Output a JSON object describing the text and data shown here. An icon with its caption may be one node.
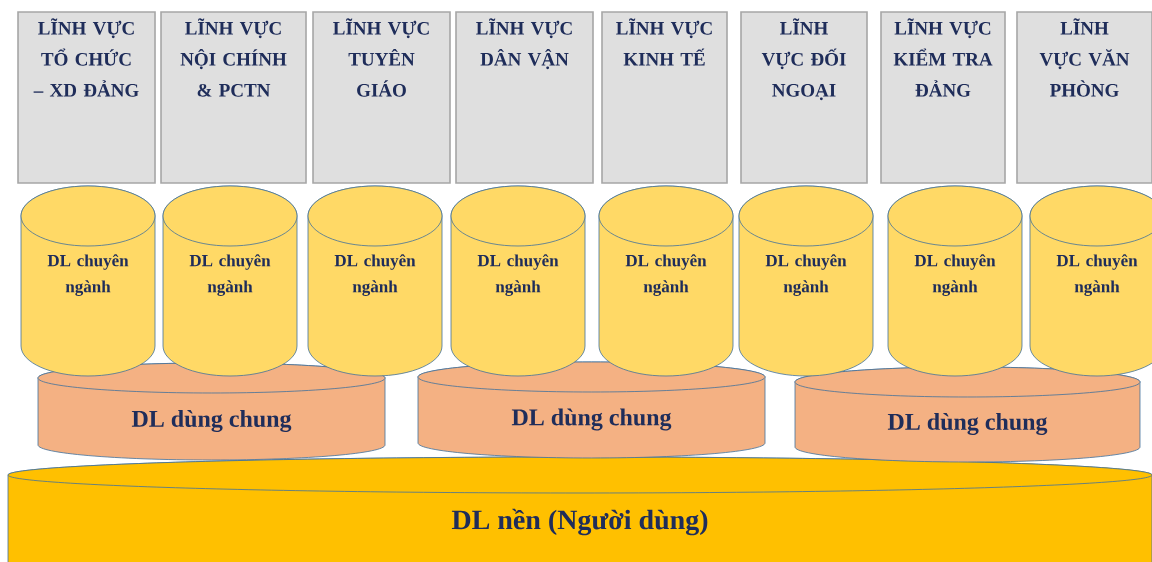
{
  "diagram": {
    "nodes": [
      {
        "text": [
          "LĨNH VỰC TỔ CHỨC – XD ĐẢNG"
        ]
      },
      {
        "text": [
          "LĨNH VỰC NỘI CHÍNH & PCTN"
        ]
      },
      {
        "text": [
          "LĨNH VỰC TUYÊN GIÁO"
        ]
      },
      {
        "text": [
          "LĨNH VỰC DÂN VẬN"
        ]
      },
      {
        "text": [
          "LĨNH VỰC KINH TẾ"
        ]
      },
      {
        "text": [
          "LĨNH VỰC ĐỐI NGOẠI"
        ]
      },
      {
        "text": [
          "LĨNH VỰC KIỂM TRA ĐẢNG"
        ]
      },
      {
        "text": [
          "LĨNH VỰC VĂN PHÒNG"
        ]
      },
      {
        "text": [
          "DL chuyên ngành"
        ]
      },
      {
        "text": [
          "DL chuyên ngành"
        ]
      },
      {
        "text": [
          "DL chuyên ngành"
        ]
      },
      {
        "text": [
          "DL chuyên ngành"
        ]
      },
      {
        "text": [
          "DL chuyên ngành"
        ]
      },
      {
        "text": [
          "DL chuyên ngành"
        ]
      },
      {
        "text": [
          "DL chuyên ngành"
        ]
      },
      {
        "text": [
          "DL chuyên ngành"
        ]
      },
      {
        "text": [
          "DL dùng chung"
        ]
      },
      {
        "text": [
          "DL dùng chung"
        ]
      },
      {
        "text": [
          "DL dùng chung"
        ]
      },
      {
        "text": [
          "DL nền (Người dùng)"
        ]
      }
    ]
  }
}
